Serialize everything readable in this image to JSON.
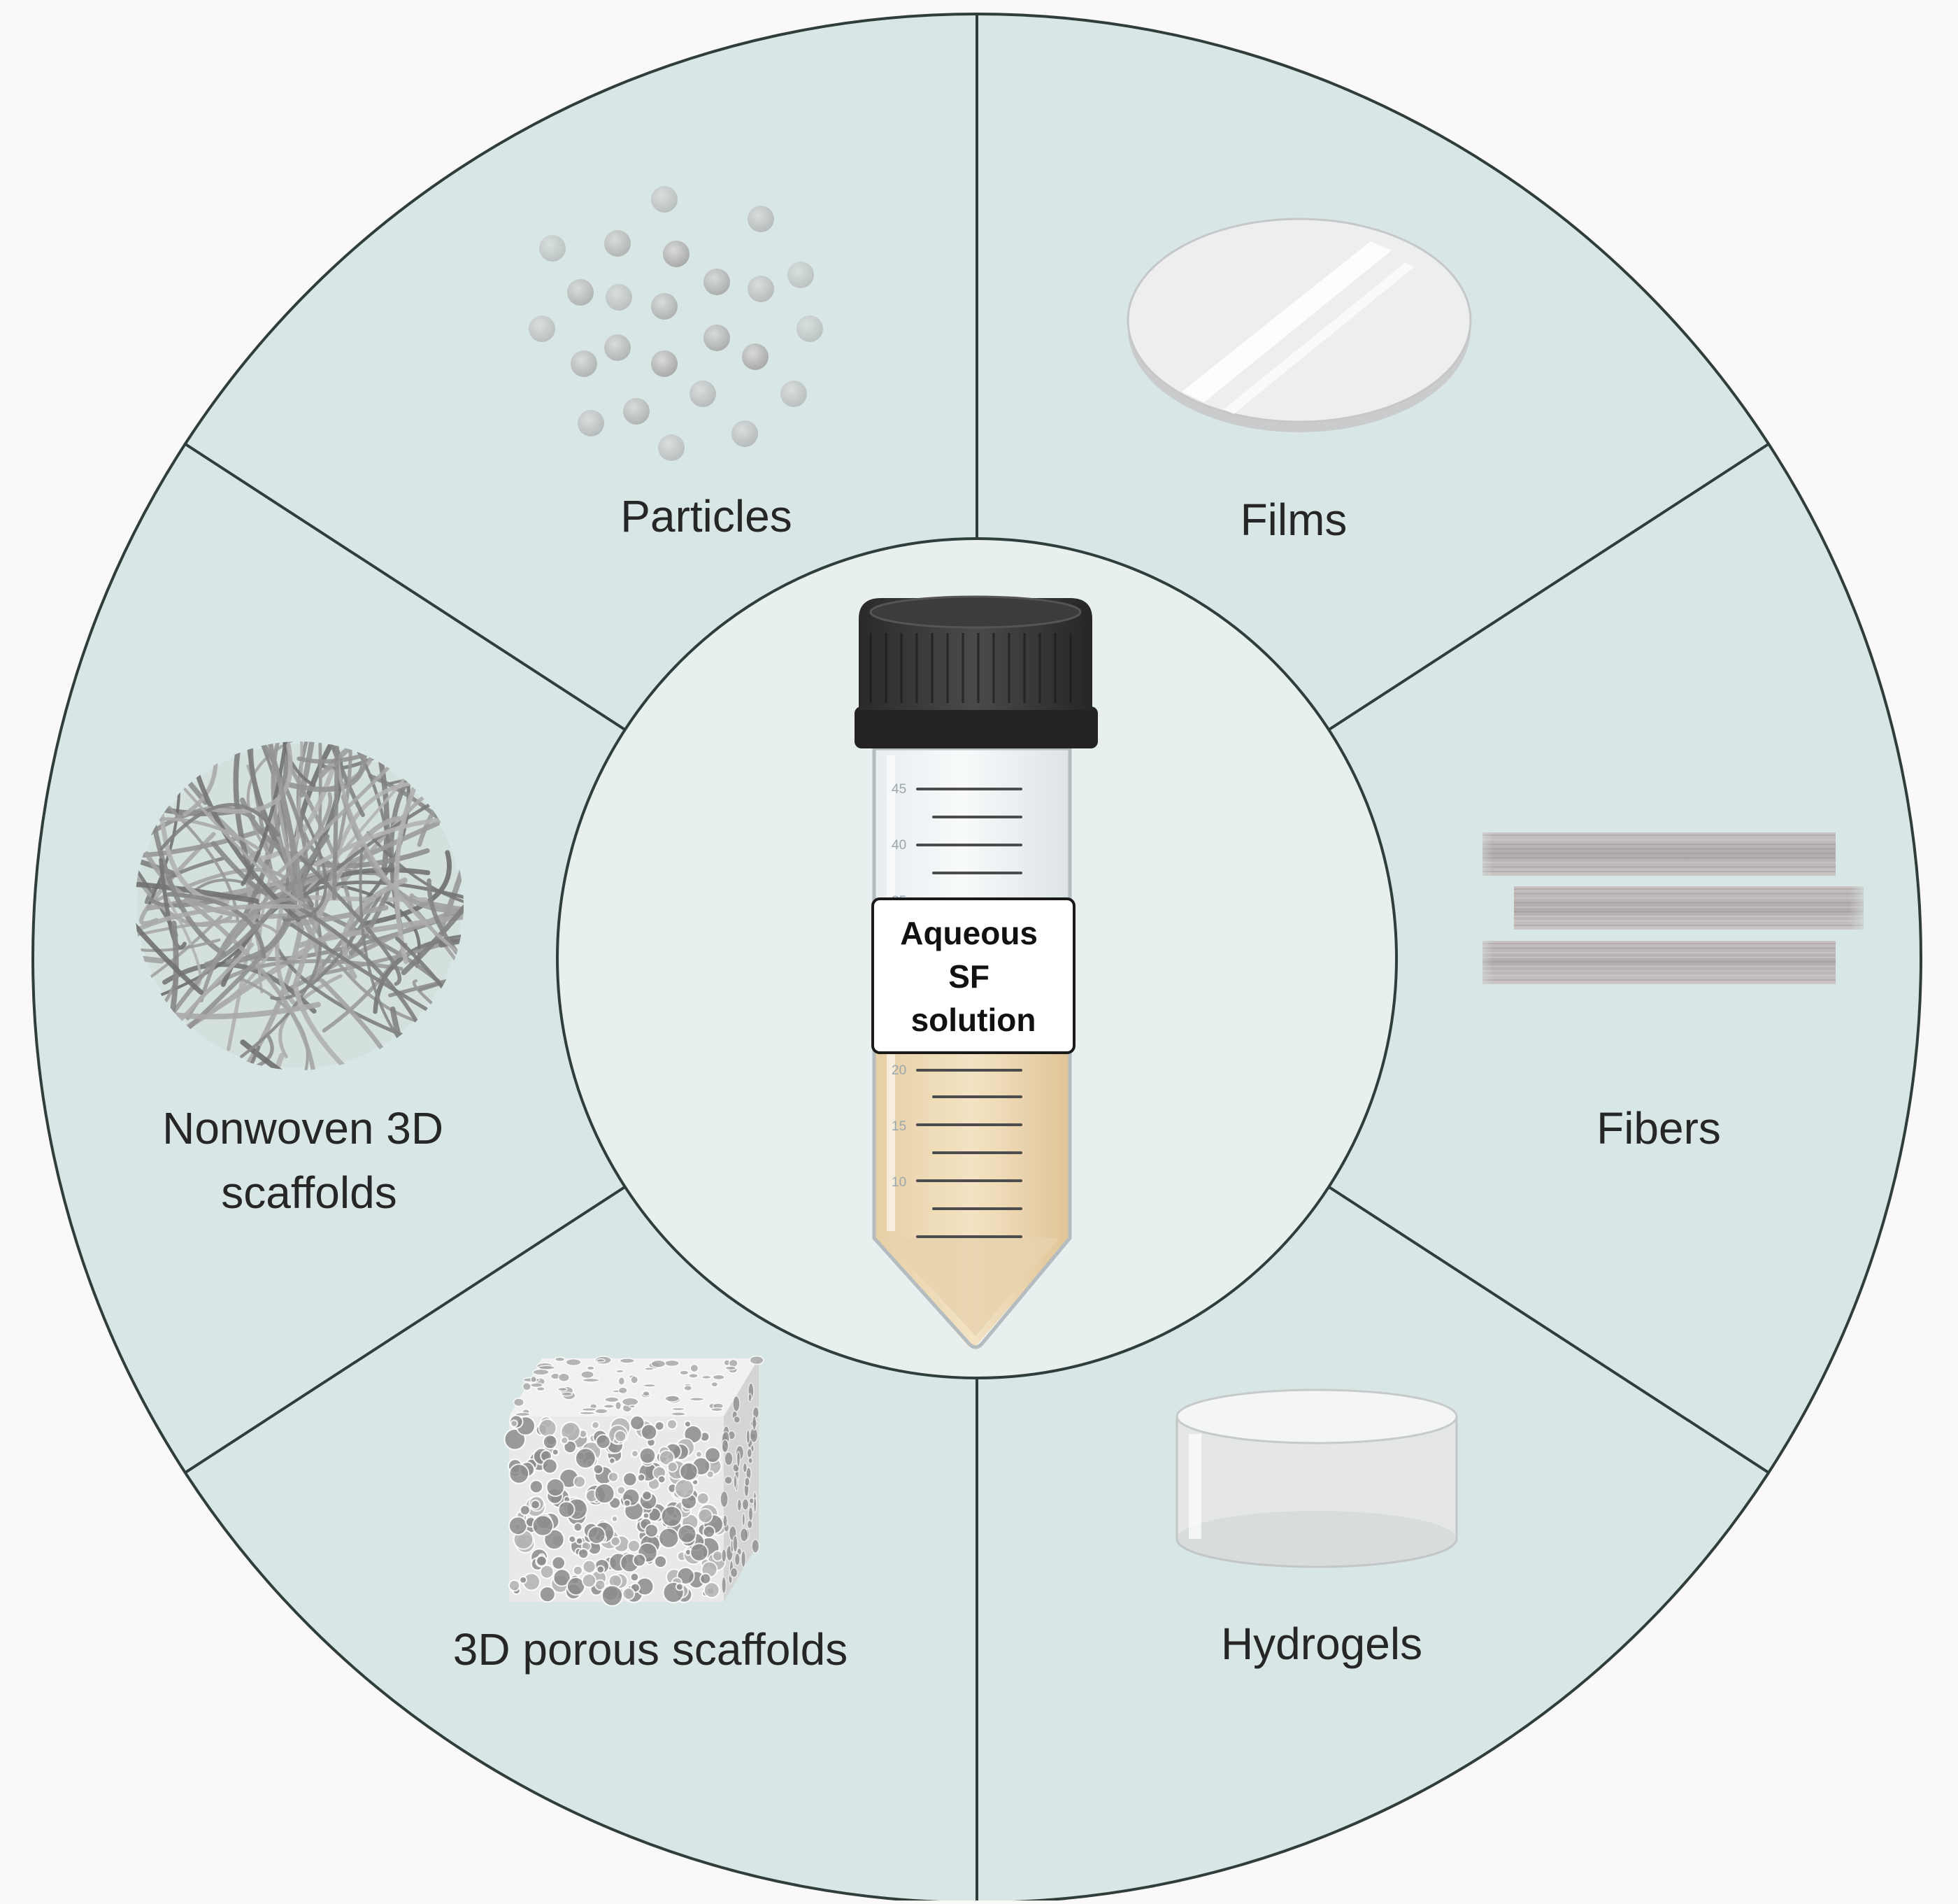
{
  "colors": {
    "page_background": "#fbf8f8",
    "ring_fill": "#d8e7e5",
    "center_fill": "#e7f0ef",
    "outline": "#2f3e3b",
    "label_text": "#262626"
  },
  "center": {
    "label_lines": [
      "Aqueous",
      "SF",
      "solution"
    ],
    "icon": "centrifuge-tube-icon",
    "graduations": [
      "45",
      "40",
      "35",
      "20",
      "15",
      "10"
    ]
  },
  "segments": [
    {
      "id": "particles",
      "label_lines": [
        "Particles"
      ],
      "icon": "particles-icon"
    },
    {
      "id": "films",
      "label_lines": [
        "Films"
      ],
      "icon": "film-disc-icon"
    },
    {
      "id": "fibers",
      "label_lines": [
        "Fibers"
      ],
      "icon": "fibers-icon"
    },
    {
      "id": "hydrogels",
      "label_lines": [
        "Hydrogels"
      ],
      "icon": "hydrogel-cylinder-icon"
    },
    {
      "id": "porous-scaffolds",
      "label_lines": [
        "3D porous scaffolds"
      ],
      "icon": "porous-cube-icon"
    },
    {
      "id": "nonwoven-scaffolds",
      "label_lines": [
        "Nonwoven 3D",
        "scaffolds"
      ],
      "icon": "nonwoven-mesh-icon"
    }
  ]
}
